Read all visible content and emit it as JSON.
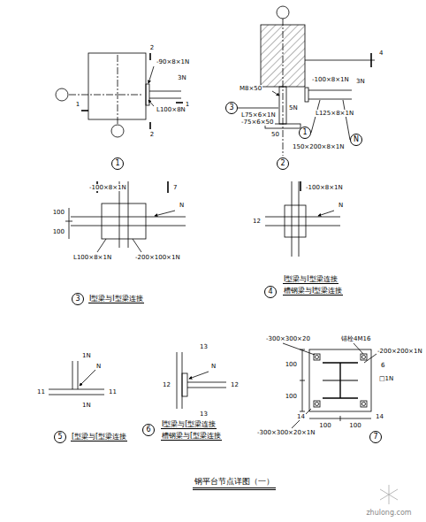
{
  "diagram": {
    "title": "钢平台节点详图（一）",
    "nodes": [
      {
        "text": [
          "3"
        ]
      },
      {
        "text": [
          "1"
        ]
      },
      {
        "text": [
          "N"
        ]
      },
      {
        "text": [
          "1"
        ]
      },
      {
        "text": [
          "2"
        ]
      },
      {
        "text": [
          "3"
        ]
      },
      {
        "text": [
          "4"
        ]
      },
      {
        "text": [
          "5"
        ]
      },
      {
        "text": [
          "6"
        ]
      },
      {
        "text": [
          "7"
        ]
      }
    ],
    "labels": [
      "-90×8×1N",
      "3N",
      "L100×8N",
      "2",
      "2",
      "1",
      "1",
      "4",
      "-100×8×1N",
      "3N",
      "M8×50",
      "L75×6×1N",
      "-75×6×50",
      "5N",
      "L125×8×1N",
      "50",
      "150×200×8×1N",
      "-100×8×1N",
      "7",
      "100",
      "100",
      "N",
      "L100×8×1N",
      "-200×100×1N",
      "-100×8×1N",
      "12",
      "N",
      "1N",
      "N",
      "11",
      "11",
      "1N",
      "13",
      "N",
      "12",
      "12",
      "13",
      "-300×300×20",
      "锚栓4M16",
      "-200×200×1N",
      "6",
      "□1N",
      "100",
      "100",
      "14",
      "14",
      "100",
      "100",
      "-300×300×20×1N",
      "I型梁与I型梁连接",
      "I型梁与I型梁连接",
      "槽钢梁与I型梁连接",
      "[型梁与[型梁连接",
      "I型梁与[型梁连接",
      "槽钢梁与[型梁连接",
      "zhulong.com"
    ]
  }
}
